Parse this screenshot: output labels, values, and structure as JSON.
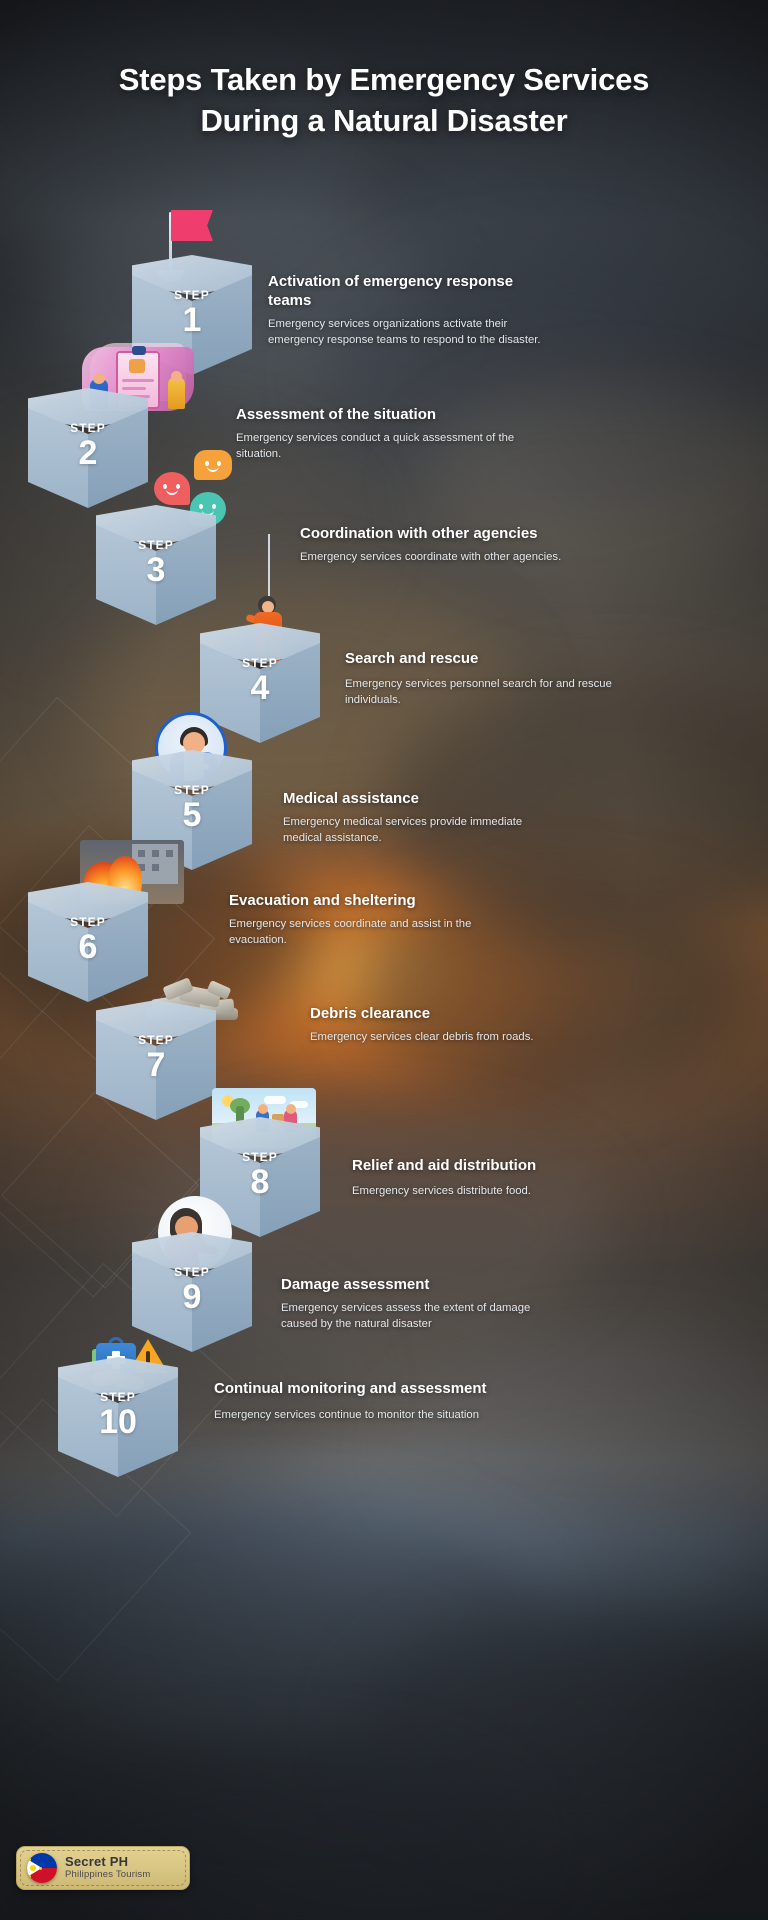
{
  "title": "Steps Taken by Emergency Services During a Natural Disaster",
  "step_word": "STEP",
  "steps": [
    {
      "number": "1",
      "heading": "Activation of emergency response teams",
      "description": "Emergency services organizations activate their emergency response teams to respond to the disaster.",
      "icon": "flag-icon"
    },
    {
      "number": "2",
      "heading": "Assessment of the situation",
      "description": "Emergency services conduct a quick assessment of the situation.",
      "icon": "clipboard-assessment-icon"
    },
    {
      "number": "3",
      "heading": "Coordination with other agencies",
      "description": "Emergency services coordinate with other agencies.",
      "icon": "chat-bubbles-icon"
    },
    {
      "number": "4",
      "heading": "Search and rescue",
      "description": "Emergency services personnel search for and rescue individuals.",
      "icon": "rope-rescuer-icon"
    },
    {
      "number": "5",
      "heading": "Medical assistance",
      "description": "Emergency medical services provide immediate medical assistance.",
      "icon": "doctor-icon"
    },
    {
      "number": "6",
      "heading": "Evacuation and sheltering",
      "description": "Emergency services coordinate and assist in the evacuation.",
      "icon": "fire-evacuation-icon"
    },
    {
      "number": "7",
      "heading": "Debris clearance",
      "description": "Emergency services clear debris from roads.",
      "icon": "debris-rubble-icon"
    },
    {
      "number": "8",
      "heading": "Relief and aid distribution",
      "description": "Emergency services distribute food.",
      "icon": "aid-distribution-icon"
    },
    {
      "number": "9",
      "heading": "Damage assessment",
      "description": "Emergency services assess the extent of damage caused by the natural disaster",
      "icon": "writing-report-icon"
    },
    {
      "number": "10",
      "heading": "Continual monitoring and assessment",
      "description": "Emergency services continue to monitor the situation",
      "icon": "first-aid-kit-warning-icon"
    }
  ],
  "footer": {
    "brand": "Secret PH",
    "tagline": "Philippines Tourism",
    "logo": "philippine-flag-icon"
  },
  "colors": {
    "cube_top": "#cfdbe6",
    "cube_left": "#b3c6d7",
    "cube_right": "#9cb2c6",
    "flag_pink": "#ef3e6d",
    "text_white": "#ffffff",
    "body_text": "#e3e7ea",
    "footer_bg": "#d8c583"
  }
}
